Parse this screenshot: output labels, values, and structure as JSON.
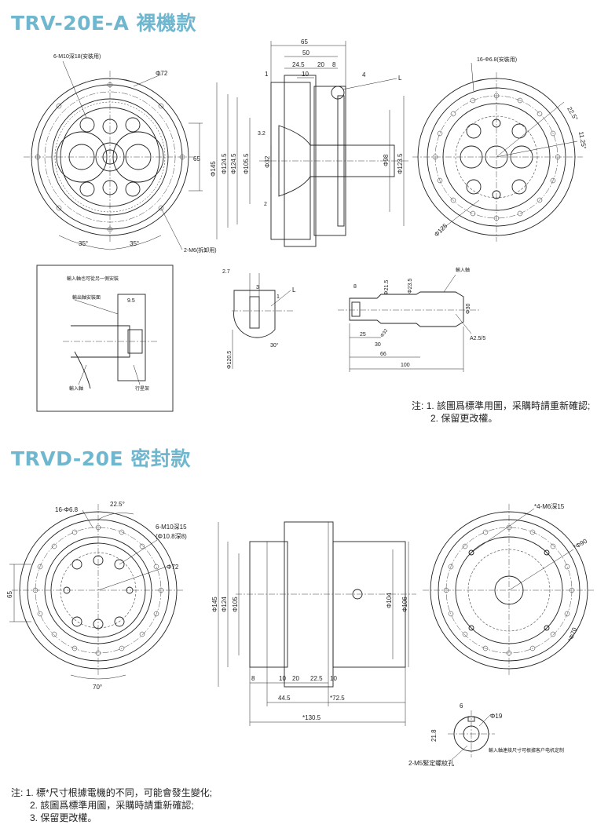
{
  "titles": {
    "top": "TRV-20E-A 裸機款",
    "bottom": "TRVD-20E 密封款"
  },
  "drawing1": {
    "front": {
      "holes_label": "6-M10深18(安裝用)",
      "dia": "Φ72",
      "height": "65",
      "angle_left": "35°",
      "angle_right": "35°",
      "bottom_label": "2-M6(拆卸用)"
    },
    "side": {
      "dims_top": [
        "65",
        "50",
        "24.5",
        "20",
        "8",
        "10",
        "1",
        "4"
      ],
      "label_L": "L",
      "dias_left": [
        "Φ145",
        "Φ124.5",
        "Φ124.5",
        "Φ105.5",
        "Φ32"
      ],
      "small": [
        "3.2",
        "2"
      ],
      "dias_right": [
        "Φ98",
        "Φ123.5"
      ]
    },
    "back": {
      "holes_label": "16-Φ6.8(安裝用)",
      "angles": [
        "22.5°",
        "11.25°"
      ],
      "dia": "Φ125"
    },
    "detail_a": {
      "title": "輸入軸也可從另一側安裝",
      "label1": "輸出軸安裝面",
      "dim": "9.5",
      "label2": "輸入軸",
      "label3": "行星架"
    },
    "detail_b": {
      "dims": [
        "2.7",
        "3",
        "1",
        "L",
        "30°",
        "Φ120.5"
      ]
    },
    "detail_c": {
      "label": "輸入軸",
      "dims": [
        "8",
        "Φ21.5",
        "Φ23.5",
        "Φ30",
        "25",
        "30",
        "Φ32",
        "66",
        "100",
        "A2.5/5"
      ]
    }
  },
  "note1": {
    "prefix": "注:",
    "items": [
      "1. 該圖爲標準用圖，采購時請重新確認;",
      "2. 保留更改權。"
    ]
  },
  "drawing2": {
    "front": {
      "holes_label": "16-Φ6.8",
      "angle": "22.5°",
      "tapped_label": "6-M10深15",
      "tapped_label2": "(Φ10.8深8)",
      "dia": "Φ72",
      "height": "65",
      "angle_bottom": "70°"
    },
    "side": {
      "dias_left": [
        "Φ145",
        "Φ124",
        "Φ105"
      ],
      "dias_right": [
        "Φ104",
        "Φ106"
      ],
      "dims_bottom": [
        "8",
        "10",
        "20",
        "22.5",
        "10"
      ],
      "total1": "44.5",
      "total2": "*72.5",
      "total3": "*130.5"
    },
    "back": {
      "holes_label": "*4-M6深15",
      "dia1": "*Φ90",
      "dia2": "*Φ70"
    },
    "key": {
      "dims": [
        "6",
        "21.8",
        "Φ19"
      ],
      "note": "輸入軸連接尺寸可根據客户电机定制",
      "hole_label": "2-M5緊定螺紋孔"
    }
  },
  "note2": {
    "prefix": "注:",
    "items": [
      "1. 標*尺寸根據電機的不同，可能會發生變化;",
      "2. 該圖爲標準用圖，采購時請重新確認;",
      "3. 保留更改權。"
    ]
  }
}
